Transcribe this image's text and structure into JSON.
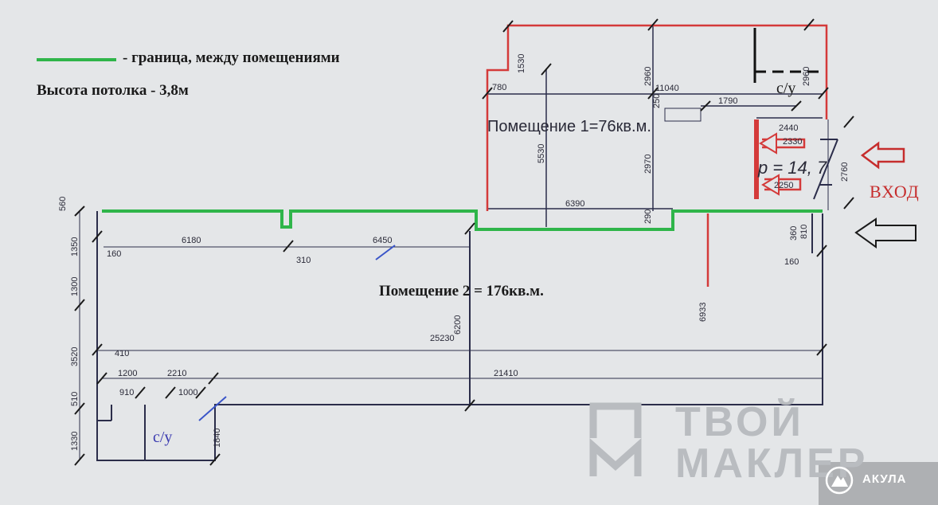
{
  "legend": {
    "label": "- граница, между помещениями",
    "color": "#2fb54a"
  },
  "ceiling": "Высота потолка - 3,8м",
  "rooms": {
    "room1": "Помещение 1=76кв.м.",
    "room2": "Помещение 2 = 176кв.м."
  },
  "labels": {
    "entry": "ВХОД",
    "wc": "с/у",
    "stair": "р = 14, 7"
  },
  "dimensions": {
    "d1530": "1530",
    "d2960a": "2960",
    "d2960b": "2960",
    "d780": "780",
    "d11040": "11040",
    "d250": "250",
    "d1790": "1790",
    "d2440": "2440",
    "d2330": "2330",
    "d2250": "2250",
    "d2760": "2760",
    "d5530": "5530",
    "d2970": "2970",
    "d6390": "6390",
    "d290": "290",
    "d560": "560",
    "d1350": "1350",
    "d6180": "6180",
    "d6450": "6450",
    "d160a": "160",
    "d310": "310",
    "d360": "360",
    "d810": "810",
    "d160b": "160",
    "d1300": "1300",
    "d6200": "6200",
    "d6933": "6933",
    "d3520": "3520",
    "d25230": "25230",
    "d410": "410",
    "d1200": "1200",
    "d2210": "2210",
    "d21410": "21410",
    "d510": "510",
    "d910": "910",
    "d1000": "1000",
    "d1330": "1330",
    "d1840": "1840"
  },
  "watermark": {
    "line1": "ТВОЙ",
    "line2": "МАКЛЕР",
    "badge": "АКУЛА"
  },
  "colors": {
    "wall": "#2b2d4a",
    "red_wall": "#d43a3a",
    "boundary": "#2fb54a",
    "background": "#e4e6e8"
  }
}
